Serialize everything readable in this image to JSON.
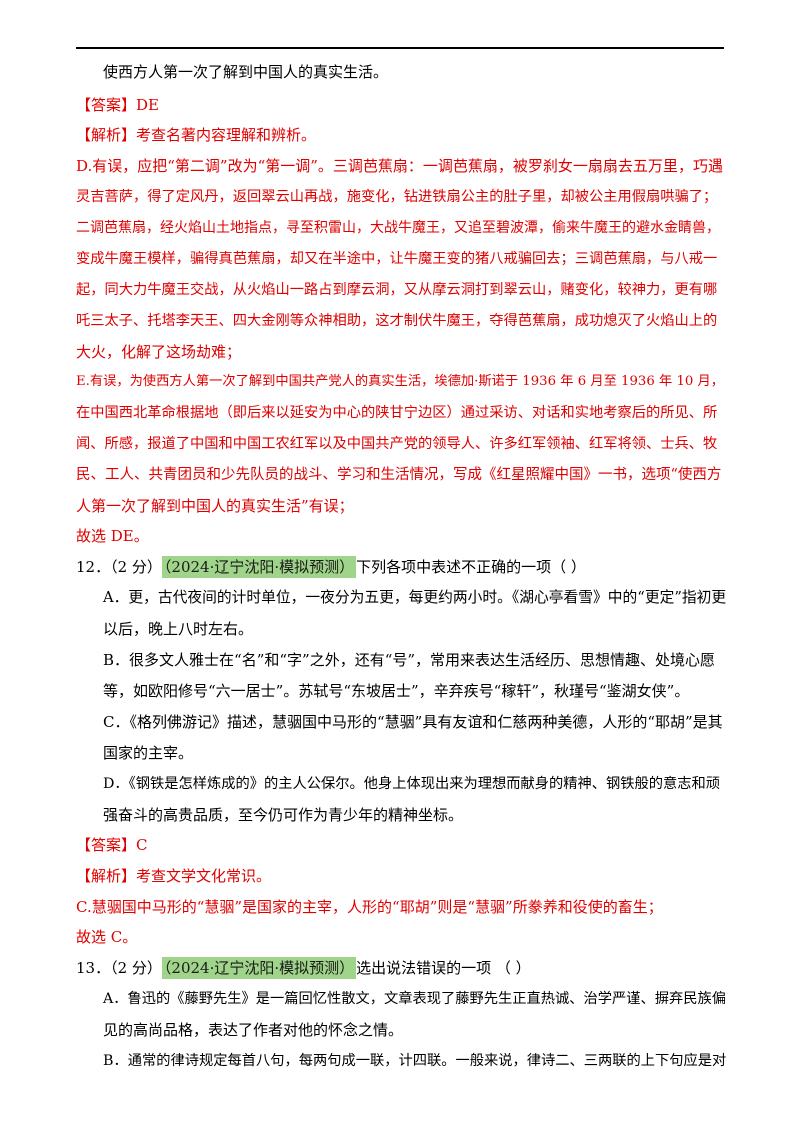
{
  "colors": {
    "answer_red": "#e00000",
    "badge_green": "#9fd48a",
    "text": "#000000"
  },
  "top_line": "使西方人第一次了解到中国人的真实生活。",
  "q11": {
    "answer": "【答案】DE",
    "analysis_label": "【解析】考查名著内容理解和辨析。",
    "d_lines": [
      "D.有误，应把“第二调”改为“第一调”。三调芭蕉扇：一调芭蕉扇，被罗刹女一扇扇去五万里，巧遇",
      "灵吉菩萨，得了定风丹，返回翠云山再战，施变化，钻进铁扇公主的肚子里，却被公主用假扇哄骗了；",
      "二调芭蕉扇，经火焰山土地指点，寻至积雷山，大战牛魔王，又追至碧波潭，偷来牛魔王的避水金睛兽，",
      "变成牛魔王模样，骗得真芭蕉扇，却又在半途中，让牛魔王变的猪八戒骗回去；三调芭蕉扇，与八戒一",
      "起，同大力牛魔王交战，从火焰山一路占到摩云洞，又从摩云洞打到翠云山，赌变化，较神力，更有哪",
      "吒三太子、托塔李天王、四大金刚等众神相助，这才制伏牛魔王，夺得芭蕉扇，成功熄灭了火焰山上的",
      "大火，化解了这场劫难；"
    ],
    "e_lines": [
      "E.有误，为使西方人第一次了解到中国共产党人的真实生活，埃德加·斯诺于 1936 年 6 月至 1936 年 10 月，",
      "在中国西北革命根据地（即后来以延安为中心的陕甘宁边区）通过采访、对话和实地考察后的所见、所",
      "闻、所感，报道了中国和中国工农红军以及中国共产党的领导人、许多红军领袖、红军将领、士兵、牧",
      "民、工人、共青团员和少先队员的战斗、学习和生活情况，写成《红星照耀中国》一书，选项“使西方",
      "人第一次了解到中国人的真实生活”有误；"
    ],
    "conclusion": "故选 DE。"
  },
  "q12": {
    "number": "12．（2 分）",
    "tag": "（2024·辽宁沈阳·模拟预测）",
    "stem": "下列各项中表述不正确的一项（    ）",
    "options": [
      "A．更，古代夜间的计时单位，一夜分为五更，每更约两小时。《湖心亭看雪》中的“更定”指初更",
      "以后，晚上八时左右。",
      "B．很多文人雅士在“名”和“字”之外，还有“号”，常用来表达生活经历、思想情趣、处境心愿",
      "等，如欧阳修号“六一居士”。苏轼号“东坡居士”，辛弃疾号“稼轩”，秋瑾号“鉴湖女侠”。",
      "C．《格列佛游记》描述，慧骃国中马形的“慧骃”具有友谊和仁慈两种美德，人形的“耶胡”是其",
      "国家的主宰。",
      "D．《钢铁是怎样炼成的》的主人公保尔。他身上体现出来为理想而献身的精神、钢铁般的意志和顽",
      "强奋斗的高贵品质，至今仍可作为青少年的精神坐标。"
    ],
    "answer": "【答案】C",
    "analysis_label": "【解析】考查文学文化常识。",
    "analysis": "C.慧骃国中马形的“慧骃”是国家的主宰，人形的“耶胡”则是“慧骃”所豢养和役使的畜生；",
    "conclusion": "故选 C。"
  },
  "q13": {
    "number": "13．（2 分）",
    "tag": "（2024·辽宁沈阳·模拟预测）",
    "stem": "选出说法错误的一项  （    ）",
    "options": [
      "A．鲁迅的《藤野先生》是一篇回忆性散文，文章表现了藤野先生正直热诚、治学严谨、摒弃民族偏",
      "见的高尚品格，表达了作者对他的怀念之情。",
      "B．通常的律诗规定每首八句，每两句成一联，计四联。一般来说，律诗二、三两联的上下句应是对"
    ]
  }
}
